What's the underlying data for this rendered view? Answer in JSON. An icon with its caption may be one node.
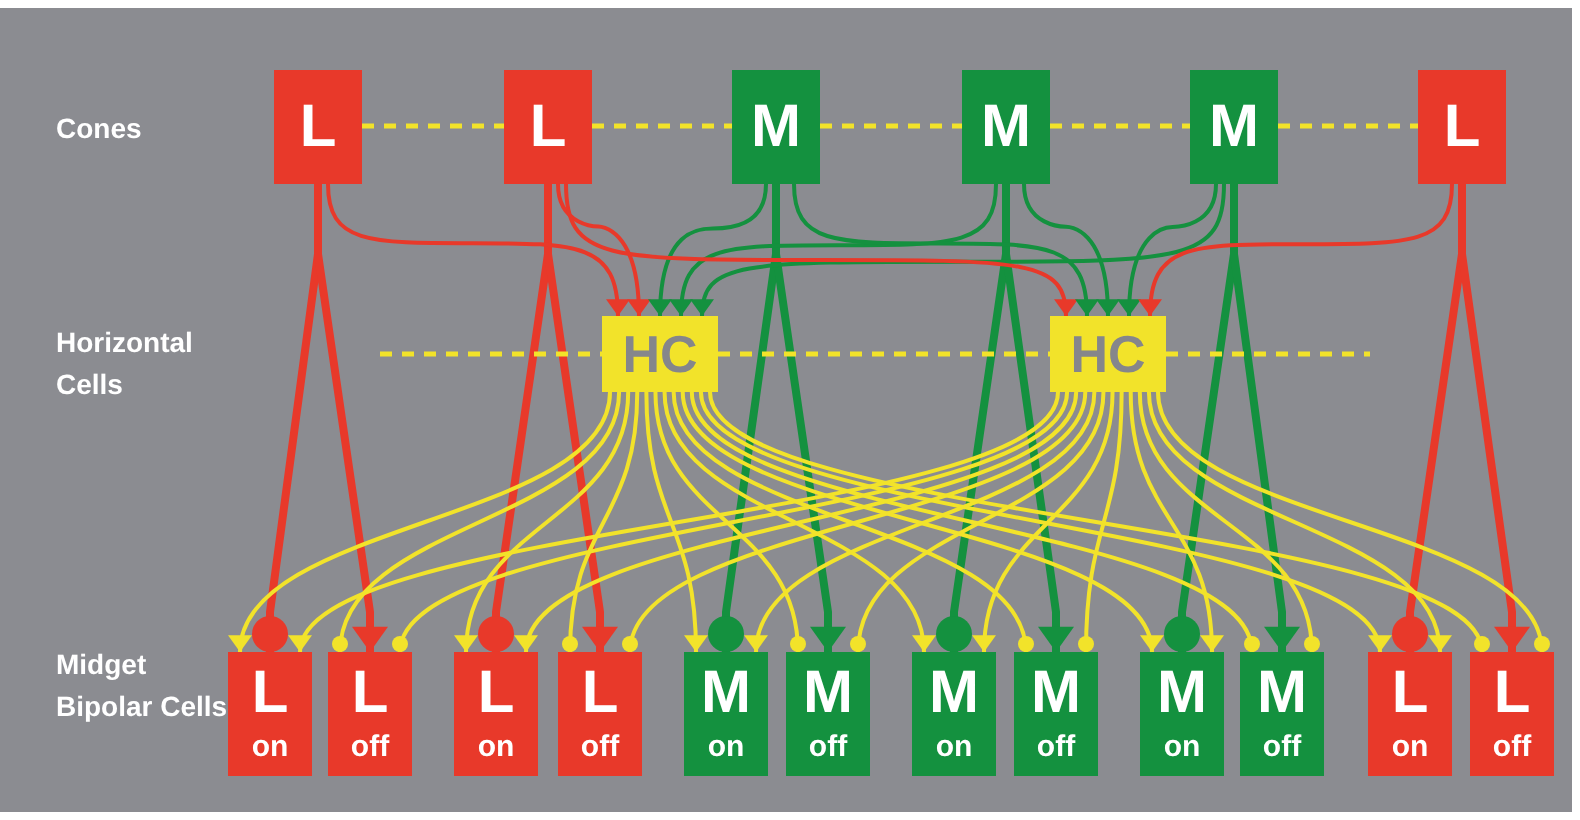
{
  "diagram": {
    "nodes": [
      {
        "text": [
          "L"
        ]
      },
      {
        "text": [
          "L"
        ]
      },
      {
        "text": [
          "M"
        ]
      },
      {
        "text": [
          "M"
        ]
      },
      {
        "text": [
          "M"
        ]
      },
      {
        "text": [
          "L"
        ]
      },
      {
        "text": [
          "HC"
        ]
      },
      {
        "text": [
          "HC"
        ]
      },
      {
        "text": [
          "L",
          "on"
        ]
      },
      {
        "text": [
          "L",
          "off"
        ]
      },
      {
        "text": [
          "L",
          "on"
        ]
      },
      {
        "text": [
          "L",
          "off"
        ]
      },
      {
        "text": [
          "M",
          "on"
        ]
      },
      {
        "text": [
          "M",
          "off"
        ]
      },
      {
        "text": [
          "M",
          "on"
        ]
      },
      {
        "text": [
          "M",
          "off"
        ]
      },
      {
        "text": [
          "M",
          "on"
        ]
      },
      {
        "text": [
          "M",
          "off"
        ]
      },
      {
        "text": [
          "L",
          "on"
        ]
      },
      {
        "text": [
          "L",
          "off"
        ]
      }
    ],
    "edges": [
      {
        "from": 0,
        "to": 8,
        "arrow": "other",
        "style": "thick",
        "color": "#e8392a"
      },
      {
        "from": 0,
        "to": 9,
        "arrow": "to",
        "style": "thick",
        "color": "#e8392a"
      },
      {
        "from": 1,
        "to": 10,
        "arrow": "other",
        "style": "thick",
        "color": "#e8392a"
      },
      {
        "from": 1,
        "to": 11,
        "arrow": "to",
        "style": "thick",
        "color": "#e8392a"
      },
      {
        "from": 2,
        "to": 12,
        "arrow": "other",
        "style": "thick",
        "color": "#14913f"
      },
      {
        "from": 2,
        "to": 13,
        "arrow": "to",
        "style": "thick",
        "color": "#14913f"
      },
      {
        "from": 3,
        "to": 14,
        "arrow": "other",
        "style": "thick",
        "color": "#14913f"
      },
      {
        "from": 3,
        "to": 15,
        "arrow": "to",
        "style": "thick",
        "color": "#14913f"
      },
      {
        "from": 4,
        "to": 16,
        "arrow": "other",
        "style": "thick",
        "color": "#14913f"
      },
      {
        "from": 4,
        "to": 17,
        "arrow": "to",
        "style": "thick",
        "color": "#14913f"
      },
      {
        "from": 5,
        "to": 18,
        "arrow": "other",
        "style": "thick",
        "color": "#e8392a"
      },
      {
        "from": 5,
        "to": 19,
        "arrow": "to",
        "style": "thick",
        "color": "#e8392a"
      },
      {
        "from": 0,
        "to": 6,
        "arrow": "to",
        "color": "#e8392a"
      },
      {
        "from": 1,
        "to": 6,
        "arrow": "to",
        "color": "#e8392a"
      },
      {
        "from": 2,
        "to": 6,
        "arrow": "to",
        "color": "#14913f"
      },
      {
        "from": 3,
        "to": 6,
        "arrow": "to",
        "color": "#14913f"
      },
      {
        "from": 4,
        "to": 6,
        "arrow": "to",
        "color": "#14913f"
      },
      {
        "from": 1,
        "to": 7,
        "arrow": "to",
        "color": "#e8392a"
      },
      {
        "from": 2,
        "to": 7,
        "arrow": "to",
        "color": "#14913f"
      },
      {
        "from": 3,
        "to": 7,
        "arrow": "to",
        "color": "#14913f"
      },
      {
        "from": 4,
        "to": 7,
        "arrow": "to",
        "color": "#14913f"
      },
      {
        "from": 5,
        "to": 7,
        "arrow": "to",
        "color": "#e8392a"
      },
      {
        "from": 6,
        "to": 8,
        "arrow": "to"
      },
      {
        "from": 7,
        "to": 8,
        "arrow": "to"
      },
      {
        "from": 6,
        "to": 9,
        "arrow": "other"
      },
      {
        "from": 7,
        "to": 9,
        "arrow": "other"
      },
      {
        "from": 6,
        "to": 10,
        "arrow": "to"
      },
      {
        "from": 7,
        "to": 10,
        "arrow": "to"
      },
      {
        "from": 6,
        "to": 11,
        "arrow": "other"
      },
      {
        "from": 7,
        "to": 11,
        "arrow": "other"
      },
      {
        "from": 6,
        "to": 12,
        "arrow": "to"
      },
      {
        "from": 7,
        "to": 12,
        "arrow": "to"
      },
      {
        "from": 6,
        "to": 13,
        "arrow": "other"
      },
      {
        "from": 7,
        "to": 13,
        "arrow": "other"
      },
      {
        "from": 6,
        "to": 14,
        "arrow": "to"
      },
      {
        "from": 7,
        "to": 14,
        "arrow": "to"
      },
      {
        "from": 6,
        "to": 15,
        "arrow": "other"
      },
      {
        "from": 7,
        "to": 15,
        "arrow": "other"
      },
      {
        "from": 6,
        "to": 16,
        "arrow": "to"
      },
      {
        "from": 7,
        "to": 16,
        "arrow": "to"
      },
      {
        "from": 6,
        "to": 17,
        "arrow": "other"
      },
      {
        "from": 7,
        "to": 17,
        "arrow": "other"
      },
      {
        "from": 6,
        "to": 18,
        "arrow": "to"
      },
      {
        "from": 7,
        "to": 18,
        "arrow": "to"
      },
      {
        "from": 6,
        "to": 19,
        "arrow": "other"
      },
      {
        "from": 7,
        "to": 19,
        "arrow": "other"
      },
      {
        "from": 0,
        "to": 1,
        "arrow": "none",
        "style": "dashed"
      },
      {
        "from": 1,
        "to": 2,
        "arrow": "none",
        "style": "dashed"
      },
      {
        "from": 2,
        "to": 3,
        "arrow": "none",
        "style": "dashed"
      },
      {
        "from": 3,
        "to": 4,
        "arrow": "none",
        "style": "dashed"
      },
      {
        "from": 4,
        "to": 5,
        "arrow": "none",
        "style": "dashed"
      },
      {
        "from": null,
        "to": 6,
        "arrow": "none",
        "style": "dashed"
      },
      {
        "from": 6,
        "to": 7,
        "arrow": "none",
        "style": "dashed"
      },
      {
        "from": 7,
        "to": null,
        "arrow": "none",
        "style": "dashed"
      }
    ],
    "labels": [
      "Cones",
      "Horizontal Cells",
      "Midget Bipolar Cells"
    ]
  }
}
